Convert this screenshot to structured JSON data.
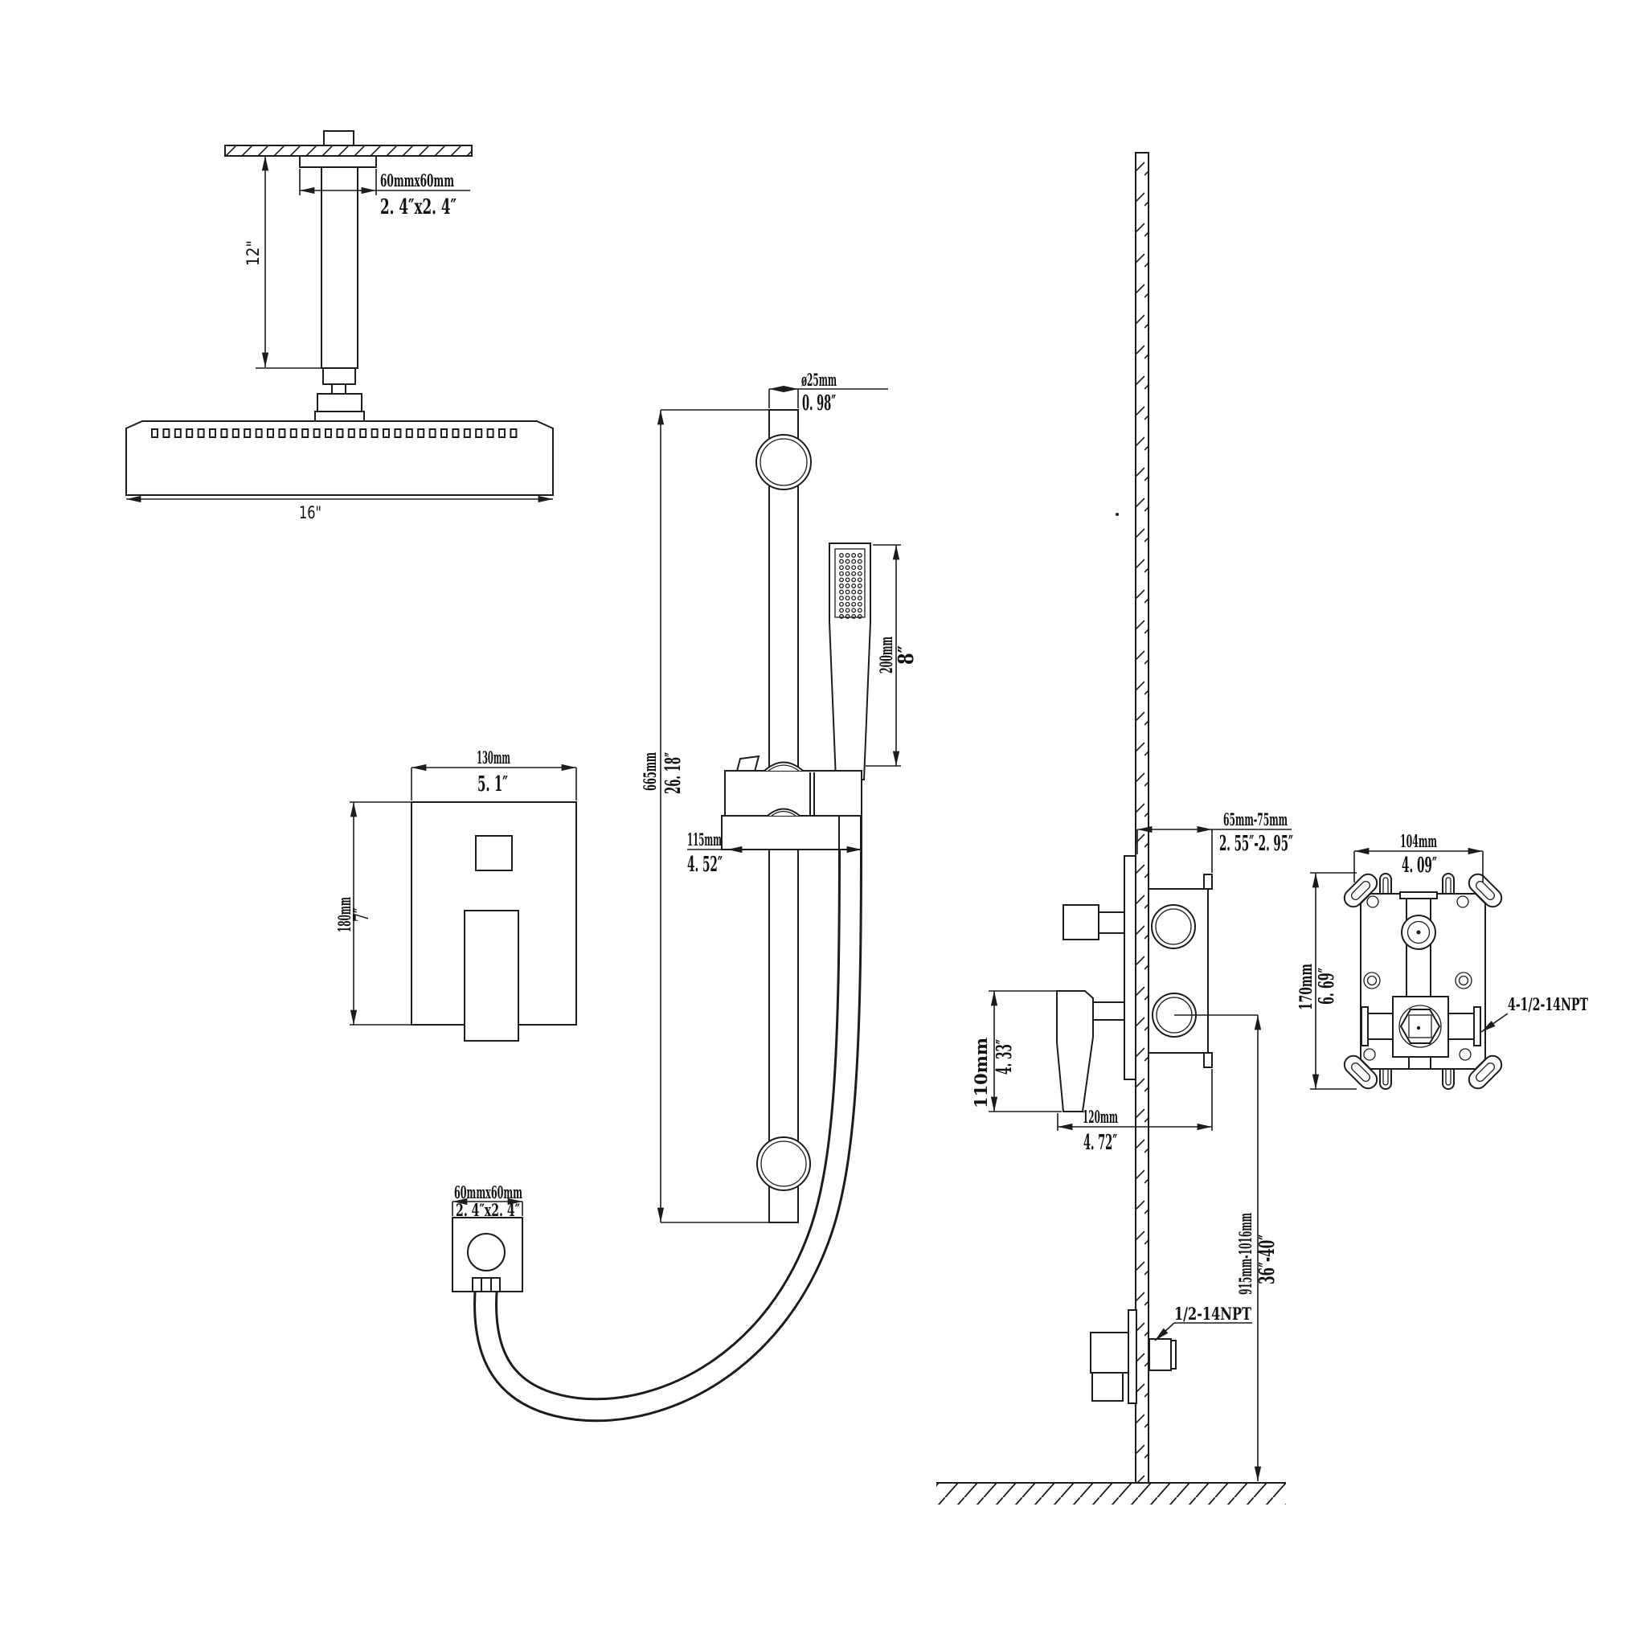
{
  "drawing": {
    "type": "shower-system-installation-dimension-drawing",
    "line_color": "#1c1c1c",
    "background": "#ffffff"
  },
  "labels": {
    "ceiling_arm": {
      "size_mm": "60mmx60mm",
      "size_inch": "2. 4″x2. 4″",
      "drop_length": "12\"",
      "head_width": "16\""
    },
    "slide_bar": {
      "dia_mm": "ø25mm",
      "dia_inch": "0. 98″",
      "length_mm": "665mm",
      "length_inch": "26. 18″",
      "holder_mm": "115mm",
      "holder_inch": "4. 52″"
    },
    "hand_shower": {
      "length_mm": "200mm",
      "length_inch": "8″"
    },
    "trim_plate": {
      "width_mm": "130mm",
      "width_inch": "5. 1″",
      "height_mm": "180mm",
      "height_inch": "7″"
    },
    "supply_elbow": {
      "size_mm": "60mmx60mm",
      "size_inch": "2. 4″x2. 4″"
    },
    "side_view": {
      "valve_depth_mm": "65mm-75mm",
      "valve_depth_inch": "2. 55″-2. 95″",
      "handle_mm": "110mm",
      "handle_inch": "4. 33″",
      "valve_width_mm": "120mm",
      "valve_width_inch": "4. 72″",
      "outlet_height_mm": "915mm-1016mm",
      "outlet_height_inch": "36″-40″",
      "outlet_thread": "1/2-14NPT"
    },
    "rough_in_valve": {
      "width_mm": "104mm",
      "width_inch": "4. 09″",
      "height_mm": "170mm",
      "height_inch": "6. 69″",
      "ports_thread": "4-1/2-14NPT"
    }
  }
}
